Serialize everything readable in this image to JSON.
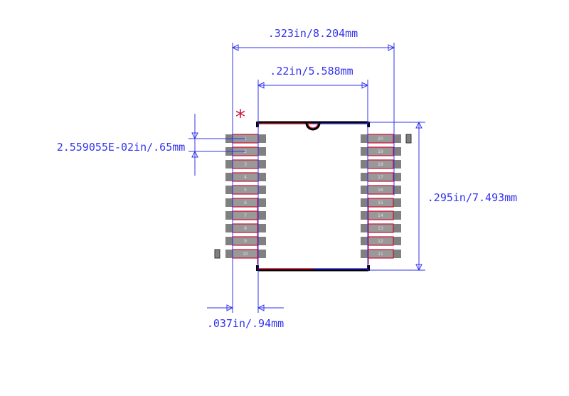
{
  "dimensions": {
    "overall_width": ".323in/8.204mm",
    "body_width": ".22in/5.588mm",
    "body_length": ".295in/7.493mm",
    "pitch": "2.559055E-02in/.65mm",
    "pad_length": ".037in/.94mm"
  },
  "pin1_marker": "*",
  "left_pins": [
    "1",
    "2",
    "3",
    "4",
    "5",
    "6",
    "7",
    "8",
    "9",
    "10"
  ],
  "right_pins": [
    "20",
    "19",
    "18",
    "17",
    "16",
    "15",
    "14",
    "13",
    "12",
    "11"
  ],
  "colors": {
    "dimension": "#3333ee",
    "outline": "#cc1133",
    "pad": "#808080",
    "body": "#000000"
  }
}
